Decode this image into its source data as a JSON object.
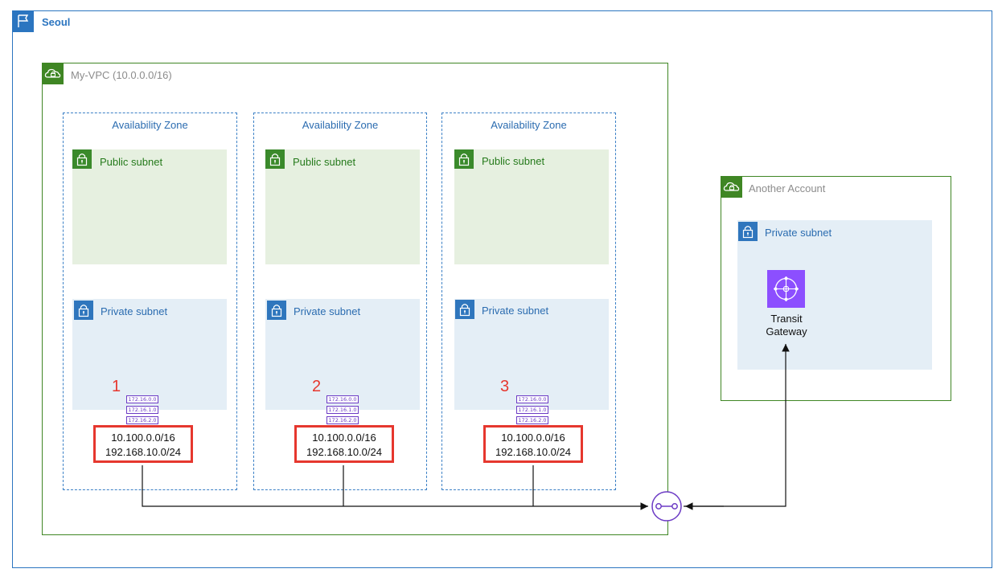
{
  "region": {
    "label": "Seoul"
  },
  "vpc": {
    "label": "My-VPC (10.0.0.0/16)"
  },
  "zones": [
    {
      "label": "Availability Zone",
      "public_label": "Public subnet",
      "private_label": "Private subnet",
      "number": "1",
      "route_badges": [
        "172.16.0.0",
        "172.16.1.0",
        "172.16.2.0"
      ],
      "routes": [
        "10.100.0.0/16",
        "192.168.10.0/24"
      ]
    },
    {
      "label": "Availability Zone",
      "public_label": "Public subnet",
      "private_label": "Private subnet",
      "number": "2",
      "route_badges": [
        "172.16.0.0",
        "172.16.1.0",
        "172.16.2.0"
      ],
      "routes": [
        "10.100.0.0/16",
        "192.168.10.0/24"
      ]
    },
    {
      "label": "Availability Zone",
      "public_label": "Public subnet",
      "private_label": "Private subnet",
      "number": "3",
      "route_badges": [
        "172.16.0.0",
        "172.16.1.0",
        "172.16.2.0"
      ],
      "routes": [
        "10.100.0.0/16",
        "192.168.10.0/24"
      ]
    }
  ],
  "another_account": {
    "label": "Another Account",
    "private_label": "Private subnet",
    "tgw_label_line1": "Transit",
    "tgw_label_line2": "Gateway"
  },
  "icons": {
    "region": "flag-icon",
    "vpc": "cloud-lock-icon",
    "subnet": "padlock-icon",
    "transit_gateway": "transit-gateway-icon",
    "attachment": "vpc-attachment-icon"
  },
  "colors": {
    "region": "#2b75c0",
    "vpc": "#3f8624",
    "public_subnet_bg": "#e6f0e0",
    "private_subnet_bg": "#e4eef6",
    "route_highlight": "#e6372e",
    "route_badge": "#6c3bc5",
    "transit_gateway": "#8c4fff"
  }
}
